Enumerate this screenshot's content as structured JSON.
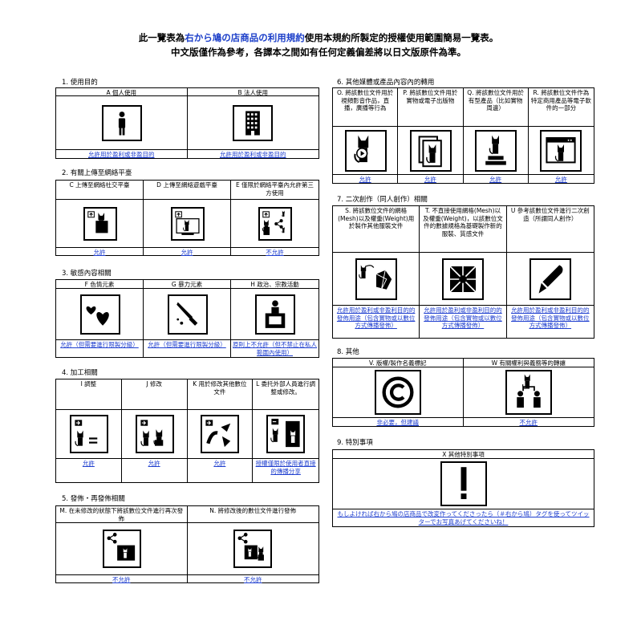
{
  "header": {
    "line1_a": "此一覽表為",
    "line1_b": "右から鳩の店商品の利用規約",
    "line1_c": "使用本規約所製定的授權使用範圍簡易一覽表。",
    "line2": "中文版僅作為參考，各譯本之間如有任何定義偏差將以日文版原件為準。"
  },
  "s1": {
    "title": "1. 使用目的",
    "cells": [
      {
        "header": "A 個人使用",
        "result": "允許用於盈利或非盈目的",
        "icon": "person-icon"
      },
      {
        "header": "B 法人使用",
        "result": "允許用於盈利或非盈目的",
        "icon": "building-icon"
      }
    ]
  },
  "s2": {
    "title": "2. 有關上傳至網絡平臺",
    "cells": [
      {
        "header": "C 上傳至網絡社交平臺",
        "result": "允許",
        "icon": "upload-sns-icon"
      },
      {
        "header": "D 上傳至網絡遊戲平臺",
        "result": "允許",
        "icon": "upload-game-icon"
      },
      {
        "header": "E 僅限於網絡平臺內允許第三方使用",
        "result": "不允許",
        "icon": "upload-share-icon"
      }
    ]
  },
  "s3": {
    "title": "3. 敏感內容相關",
    "cells": [
      {
        "header": "F 色情元素",
        "result": "允許（但需要進行限製分級）",
        "icon": "hearts-icon"
      },
      {
        "header": "G 暴力元素",
        "result": "允許（但需要進行限製分級）",
        "icon": "knife-icon"
      },
      {
        "header": "H 政治、宗教活動",
        "result": "原則上不允許（但不禁止在私人範圍內使用）",
        "icon": "podium-icon"
      }
    ]
  },
  "s4": {
    "title": "4. 加工相關",
    "cells": [
      {
        "header": "I 調整",
        "result": "允許",
        "icon": "adjust-icon"
      },
      {
        "header": "J 修改",
        "result": "允許",
        "icon": "modify-icon"
      },
      {
        "header": "K 用於修改其他數位文件",
        "result": "允許",
        "icon": "modify-other-icon"
      },
      {
        "header": "L 委托外部人員進行調整或修改。",
        "result": "授權僅限於使用者直接的傳播分享",
        "icon": "outsource-icon"
      }
    ]
  },
  "s5": {
    "title": "5. 發佈・再發佈相關",
    "cells": [
      {
        "header": "M. 在未修改的狀態下將該數位文件進行再次發佈",
        "result": "不允許",
        "icon": "redistribute-icon"
      },
      {
        "header": "N. 將修改後的數位文件進行發佈",
        "result": "不允許",
        "icon": "redistribute-modified-icon"
      }
    ]
  },
  "s6": {
    "title": "6. 其他媒體或產品內容內的轉用",
    "cells": [
      {
        "header": "O. 將該數位文件用於視頻影音作品，直播，廣播等行為",
        "result": "允許",
        "icon": "video-icon"
      },
      {
        "header": "P. 將該數位文件用於實物或電子出版物",
        "result": "允許",
        "icon": "book-icon"
      },
      {
        "header": "Q. 將該數位文件用於有型產品（比如實物周邊）",
        "result": "允許",
        "icon": "figure-icon"
      },
      {
        "header": "R. 將該數位文件作為特定商用產品等電子軟件的一部分",
        "result": "允許",
        "icon": "software-icon"
      }
    ]
  },
  "s7": {
    "title": "7. 二次創作（同人創作）相關",
    "cells": [
      {
        "header": "S. 將該數位文件的網格(Mesh)以及權重(Weight)用於製作其他服裝文件",
        "result": "允許用於盈利或非盈利目的的發佈用途（包含實物或以數位方式傳播發佈）",
        "icon": "mesh-icon"
      },
      {
        "header": "T. 不直接使用網格(Mesh)以及權重(Weight)，以該數位文件的數據規格為基礎製作新的服裝、質感文件",
        "result": "允許用於盈利或非盈利目的的發佈用途（包含實物或以數位方式傳播發佈）",
        "icon": "texture-icon"
      },
      {
        "header": "U 參考該數位文件進行二次創造（所謂同人創作）",
        "result": "允許用於盈利或非盈利目的的發佈用途（包含實物或以數位方式傳播發佈）",
        "icon": "pen-icon"
      }
    ]
  },
  "s8": {
    "title": "8. 其他",
    "cells": [
      {
        "header": "V. 版權/製作名義標記",
        "result": "非必要，但建議",
        "icon": "copyright-icon"
      },
      {
        "header": "W 有關權利與義務等的轉讓",
        "result": "不允許",
        "icon": "transfer-icon"
      }
    ]
  },
  "s9": {
    "title": "9. 特別事項",
    "cells": [
      {
        "header": "X 其他特別事項",
        "result": "もしよければ右から鳩の店商品で改変作ってくださったら（＃右から鳩）タグを使ってツイッターでお写真あげてくださいね！",
        "icon": "exclamation-icon"
      }
    ]
  }
}
